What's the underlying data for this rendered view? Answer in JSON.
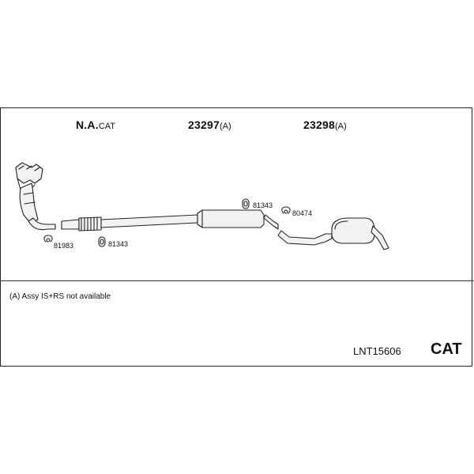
{
  "headers": [
    {
      "main": "N.A.",
      "suffix": "CAT"
    },
    {
      "main": "23297",
      "suffix": "(A)"
    },
    {
      "main": "23298",
      "suffix": "(A)"
    }
  ],
  "part_labels": {
    "left_ring": "81983",
    "lower_clamp": "81343",
    "upper_clamp": "81343",
    "ring_right": "80474"
  },
  "footnote": "(A) Assy IS+RS not available",
  "diagram_code": "LNT15606",
  "variant": "CAT",
  "colors": {
    "line": "#222222",
    "fill": "#f2f2f2"
  }
}
